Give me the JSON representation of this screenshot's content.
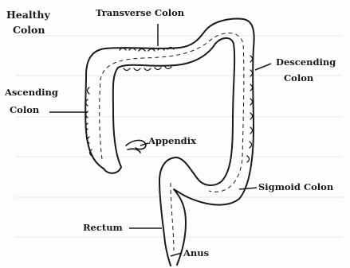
{
  "diagram": {
    "title_line1": "Healthy",
    "title_line2": "Colon",
    "labels": {
      "transverse": "Transverse Colon",
      "descending_line1": "Descending",
      "descending_line2": "Colon",
      "ascending_line1": "Ascending",
      "ascending_line2": "Colon",
      "appendix": "Appendix",
      "sigmoid": "Sigmoid Colon",
      "rectum": "Rectum",
      "anus": "Anus"
    },
    "colors": {
      "ink": "#1a1a1a",
      "paper": "#fdfdfd",
      "ruled_lines": "#e6e6e6"
    }
  }
}
